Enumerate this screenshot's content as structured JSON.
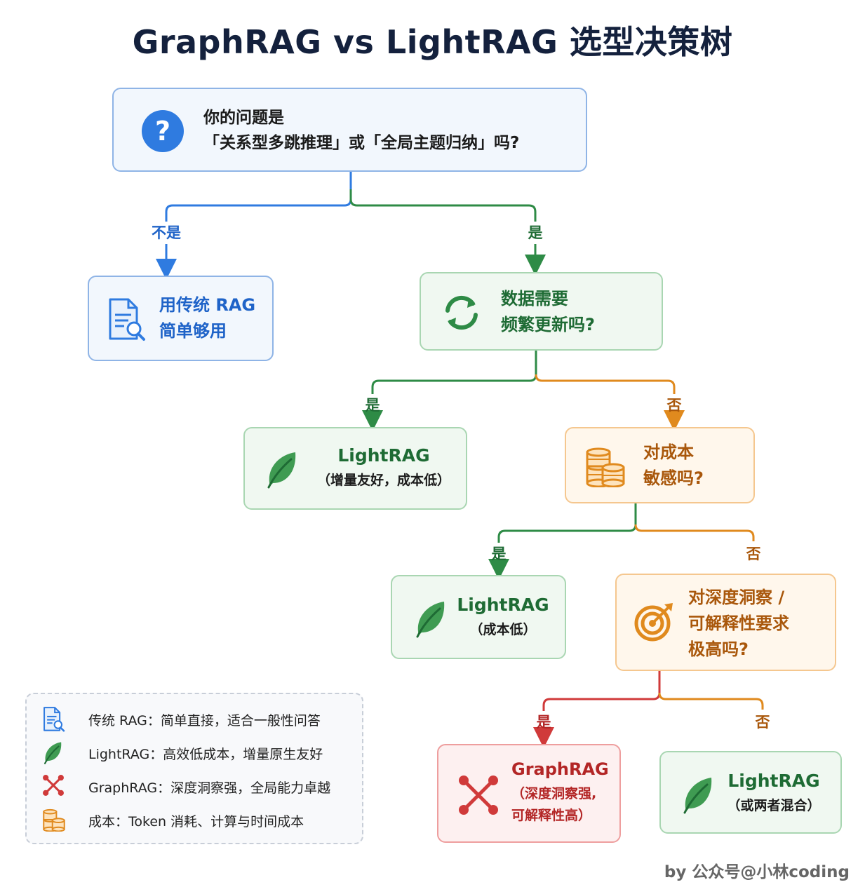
{
  "title": "GraphRAG vs LightRAG 选型决策树",
  "colors": {
    "blue": "#2f7be0",
    "green": "#2e8b46",
    "orange": "#e08a1e",
    "red": "#d03a3a"
  },
  "nodes": {
    "root": {
      "icon": "question-mark-icon",
      "line1": "你的问题是",
      "line2": "「关系型多跳推理」或「全局主题归纳」吗?"
    },
    "traditional": {
      "icon": "document-search-icon",
      "line1": "用传统 RAG",
      "line2": "简单够用"
    },
    "update": {
      "icon": "refresh-icon",
      "line1": "数据需要",
      "line2": "频繁更新吗?"
    },
    "lightrag_incremental": {
      "icon": "leaf-icon",
      "line1": "LightRAG",
      "line2": "（增量友好，成本低）"
    },
    "cost": {
      "icon": "coins-icon",
      "line1": "对成本",
      "line2": "敏感吗?"
    },
    "lightrag_cost": {
      "icon": "leaf-icon",
      "line1": "LightRAG",
      "line2": "（成本低）"
    },
    "insight": {
      "icon": "target-icon",
      "line1": "对深度洞察 /",
      "line2": "可解释性要求",
      "line3": "极高吗?"
    },
    "graphrag": {
      "icon": "graph-nodes-icon",
      "line1": "GraphRAG",
      "line2": "（深度洞察强,",
      "line3": "可解释性高）"
    },
    "lightrag_mixed": {
      "icon": "leaf-icon",
      "line1": "LightRAG",
      "line2": "（或两者混合）"
    }
  },
  "edges": {
    "root_no": "不是",
    "root_yes": "是",
    "update_yes": "是",
    "update_no": "否",
    "cost_yes": "是",
    "cost_no": "否",
    "insight_yes": "是",
    "insight_no": "否"
  },
  "legend": [
    {
      "icon": "document-search-icon",
      "text": "传统 RAG：简单直接，适合一般性问答"
    },
    {
      "icon": "leaf-icon",
      "text": "LightRAG：高效低成本，增量原生友好"
    },
    {
      "icon": "graph-nodes-icon",
      "text": "GraphRAG：深度洞察强，全局能力卓越"
    },
    {
      "icon": "coins-icon",
      "text": "成本：Token 消耗、计算与时间成本"
    }
  ],
  "credit": "by 公众号@小林coding"
}
